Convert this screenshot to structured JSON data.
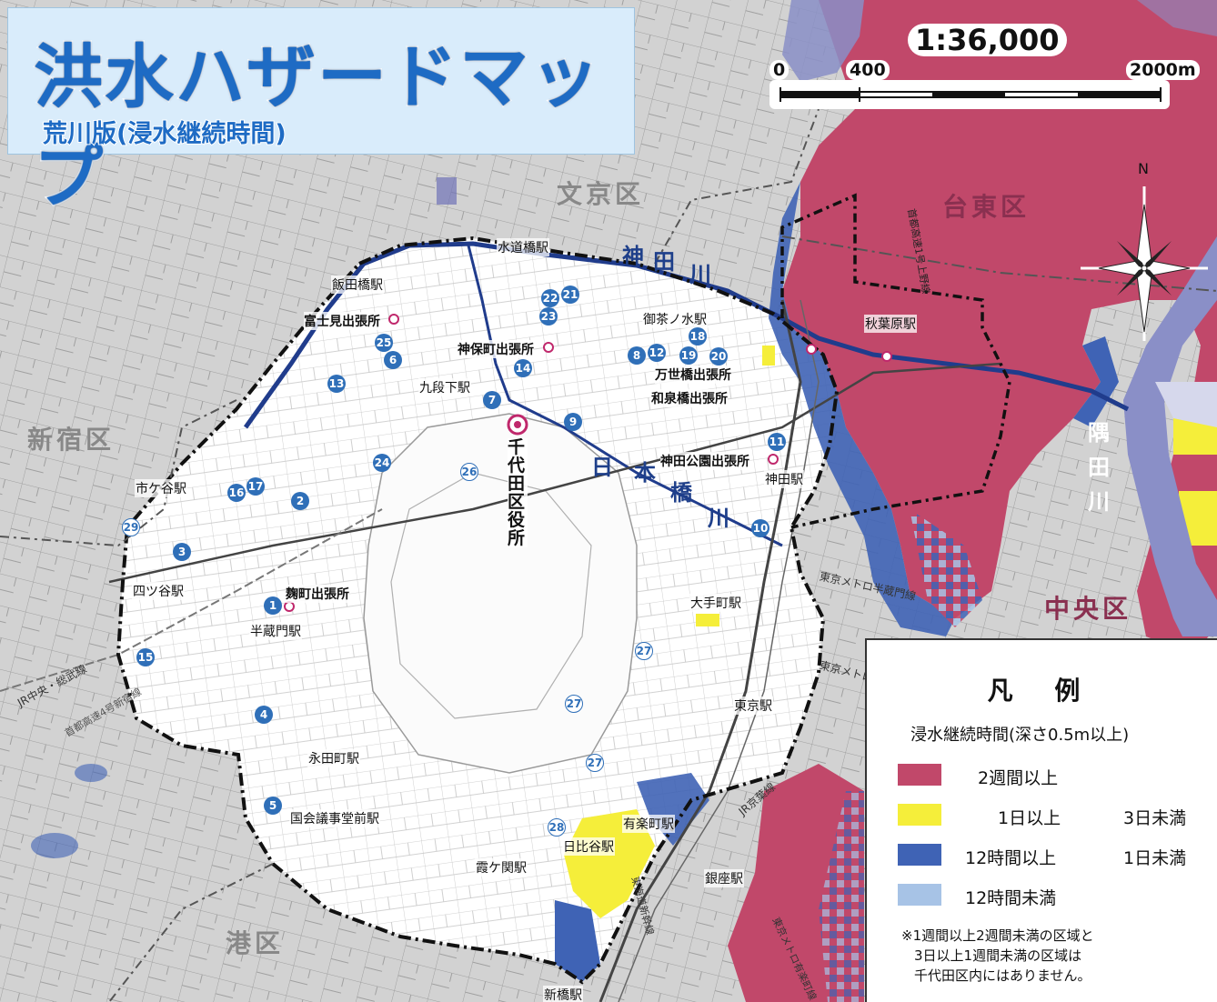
{
  "title": {
    "main": "洪水ハザードマップ",
    "sub": "荒川版(浸水継続時間)"
  },
  "scale": {
    "ratio": "1:36,000",
    "labels": [
      "0",
      "400",
      "2000m"
    ]
  },
  "north": "N",
  "wards": [
    "文京区",
    "台東区",
    "新宿区",
    "中央区",
    "港区"
  ],
  "rivers": {
    "kanda": [
      "神",
      "田",
      "川"
    ],
    "nihonbashi": [
      "日",
      "本",
      "橋",
      "川"
    ],
    "sumida": [
      "隅",
      "田",
      "川"
    ]
  },
  "city_hall": "千代田区役所",
  "offices": [
    "富士見出張所",
    "神保町出張所",
    "万世橋出張所",
    "和泉橋出張所",
    "神田公園出張所",
    "麹町出張所"
  ],
  "stations": [
    "水道橋駅",
    "飯田橋駅",
    "御茶ノ水駅",
    "秋葉原駅",
    "九段下駅",
    "神田駅",
    "市ケ谷駅",
    "四ツ谷駅",
    "半蔵門駅",
    "大手町駅",
    "東京駅",
    "永田町駅",
    "国会議事堂前駅",
    "有楽町駅",
    "日比谷駅",
    "霞ケ関駅",
    "銀座駅",
    "新橋駅"
  ],
  "lines": [
    "首都高速1号上野線",
    "東京メトロ半蔵門線",
    "東京メトロ東西線",
    "JR中央・総武線",
    "首都高速4号新宿線",
    "JR京葉線",
    "東海道新幹線",
    "東京メトロ有楽町線"
  ],
  "markers": [
    {
      "n": "1",
      "style": "dark"
    },
    {
      "n": "2",
      "style": "dark"
    },
    {
      "n": "3",
      "style": "dark"
    },
    {
      "n": "4",
      "style": "dark"
    },
    {
      "n": "5",
      "style": "dark"
    },
    {
      "n": "6",
      "style": "dark"
    },
    {
      "n": "7",
      "style": "dark"
    },
    {
      "n": "8",
      "style": "dark"
    },
    {
      "n": "9",
      "style": "dark"
    },
    {
      "n": "10",
      "style": "dark"
    },
    {
      "n": "11",
      "style": "dark"
    },
    {
      "n": "12",
      "style": "dark"
    },
    {
      "n": "13",
      "style": "dark"
    },
    {
      "n": "14",
      "style": "dark"
    },
    {
      "n": "15",
      "style": "dark"
    },
    {
      "n": "16",
      "style": "dark"
    },
    {
      "n": "17",
      "style": "dark"
    },
    {
      "n": "18",
      "style": "dark"
    },
    {
      "n": "19",
      "style": "dark"
    },
    {
      "n": "20",
      "style": "dark"
    },
    {
      "n": "21",
      "style": "dark"
    },
    {
      "n": "22",
      "style": "dark"
    },
    {
      "n": "23",
      "style": "dark"
    },
    {
      "n": "24",
      "style": "dark"
    },
    {
      "n": "25",
      "style": "dark"
    },
    {
      "n": "26",
      "style": "light"
    },
    {
      "n": "27",
      "style": "light"
    },
    {
      "n": "27",
      "style": "light"
    },
    {
      "n": "27",
      "style": "light"
    },
    {
      "n": "28",
      "style": "light"
    },
    {
      "n": "29",
      "style": "light"
    }
  ],
  "legend": {
    "title": "凡 例",
    "subtitle": "浸水継続時間(深さ0.5m以上)",
    "items": [
      {
        "label": "2週間以上",
        "label2": "",
        "color": "#c1486a"
      },
      {
        "label": "1日以上",
        "label2": "3日未満",
        "color": "#f5ee3a"
      },
      {
        "label": "12時間以上",
        "label2": "1日未満",
        "color": "#3f63b5"
      },
      {
        "label": "12時間未満",
        "label2": "",
        "color": "#a7c3e6"
      }
    ],
    "note": [
      "※1週間以上2週間未満の区域と",
      "3日以上1週間未満の区域は",
      "千代田区内にはありません。"
    ]
  },
  "colors": {
    "pink": "#c1486a",
    "yellow": "#f5ee3a",
    "blue": "#3f63b5",
    "lightblue": "#a7c3e6",
    "sumida": "#8a8fc7"
  }
}
